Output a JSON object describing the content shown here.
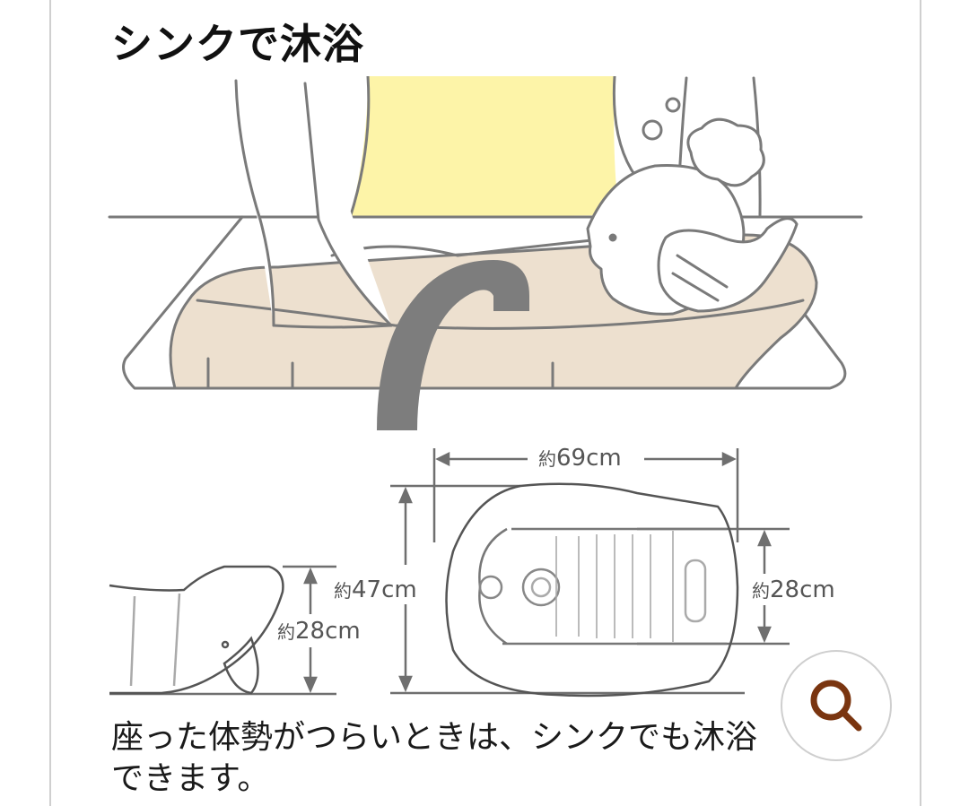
{
  "page": {
    "title": "シンクで沐浴",
    "caption_line1": "座った体勢がつらいときは、シンクでも沐浴",
    "caption_line2": "できます。"
  },
  "illustration": {
    "scene": "baby-bathing-in-sink",
    "colors": {
      "line": "#7a7a7a",
      "tub_fill": "#ede0cf",
      "shirt_fill": "#fdf4a8",
      "faucet_fill": "#7d7d7d",
      "background": "#ffffff"
    }
  },
  "dimensions": {
    "width_label": {
      "prefix": "約",
      "value": "69cm"
    },
    "height_label": {
      "prefix": "約",
      "value": "47cm"
    },
    "inner_width_label": {
      "prefix": "約",
      "value": "28cm"
    },
    "side_height_label": {
      "prefix": "約",
      "value": "28cm"
    }
  },
  "zoom_button": {
    "icon": "magnifier-icon",
    "color": "#7a3510"
  }
}
